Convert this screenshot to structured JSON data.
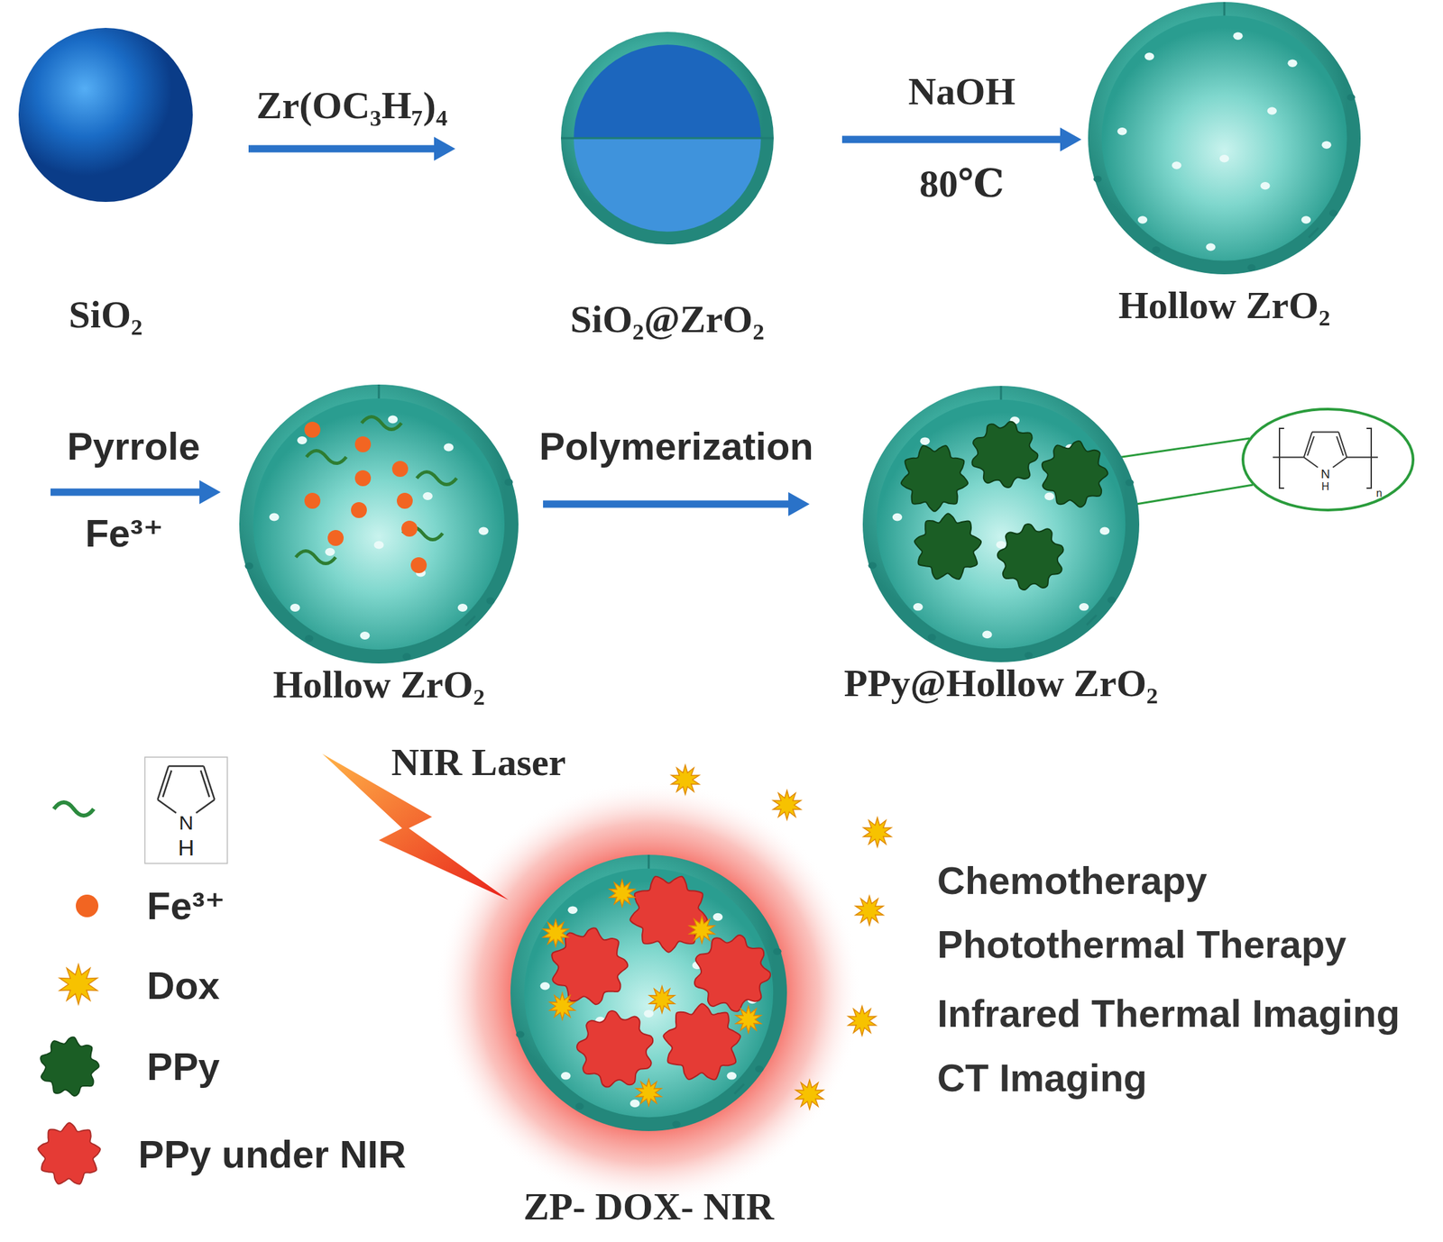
{
  "diagram": {
    "nodes": [
      {
        "text": [
          "SiO₂"
        ]
      },
      {
        "text": [
          "SiO₂@ZrO₂"
        ]
      },
      {
        "text": [
          "Hollow ZrO₂"
        ]
      },
      {
        "text": [
          "Hollow ZrO₂"
        ]
      },
      {
        "text": [
          "PPy@Hollow ZrO₂"
        ]
      },
      {
        "text": [
          "ZP- DOX- NIR"
        ]
      }
    ],
    "edges": [
      {
        "from": 0,
        "to": 1,
        "arrow": "to",
        "label": "Zr(OC₃H₇)₄"
      },
      {
        "from": 1,
        "to": 2,
        "arrow": "to",
        "label": "NaOH"
      },
      {
        "from": 3,
        "to": 4,
        "arrow": "to",
        "label": "Polymerization"
      }
    ],
    "labels": [
      "80℃",
      "Pyrrole",
      "Fe³⁺",
      "N",
      "H",
      "n",
      "N",
      "H",
      "NIR Laser",
      "Chemotherapy",
      "Photothermal Therapy",
      "Infrared Thermal Imaging",
      "CT Imaging"
    ],
    "legend": [
      {
        "text": "Fe³⁺",
        "color": "#f26522"
      },
      {
        "text": "Dox",
        "color": "#f7c200"
      },
      {
        "text": "PPy",
        "color": "#1b5e25"
      },
      {
        "text": "PPy under NIR",
        "color": "#e53b35"
      }
    ]
  }
}
